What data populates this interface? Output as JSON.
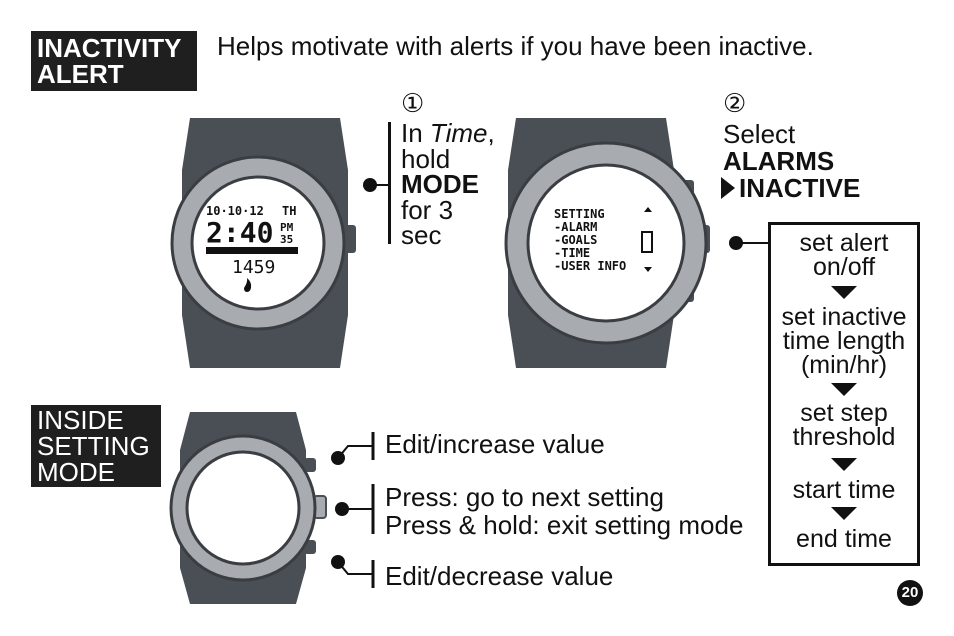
{
  "section1": {
    "tag_line1": "INACTIVITY",
    "tag_line2": "ALERT",
    "description": "Helps motivate with alerts if you have been inactive."
  },
  "step1": {
    "number": "①",
    "line1_prefix": "In ",
    "line1_italic": "Time",
    "line1_suffix": ",",
    "line2": "hold",
    "line3": "MODE",
    "line4": "for 3",
    "line5": "sec"
  },
  "step2": {
    "number": "②",
    "line1": "Select",
    "line2": "ALARMS",
    "line3": "INACTIVE"
  },
  "watch1_screen": {
    "date": "10·10·12",
    "ampm": "TH",
    "time": "2:40",
    "sec_top": "PM",
    "sec": "35",
    "steps": "1459"
  },
  "watch2_screen": {
    "items": [
      "SETTING",
      "-ALARM",
      "-GOALS",
      "-TIME",
      "-USER INFO"
    ]
  },
  "flow": {
    "items": [
      {
        "line1": "set alert",
        "line2": "on/off"
      },
      {
        "line1": "set inactive",
        "line2": "time length",
        "line3": "(min/hr)"
      },
      {
        "line1": "set step",
        "line2": "threshold"
      },
      {
        "line1": "start time"
      },
      {
        "line1": "end time"
      }
    ]
  },
  "section2": {
    "tag_line1": "INSIDE",
    "tag_line2": "SETTING",
    "tag_line3": "MODE",
    "edit_increase": "Edit/increase value",
    "press_next": "Press: go to next setting",
    "press_hold_exit": "Press & hold: exit setting mode",
    "edit_decrease": "Edit/decrease value"
  },
  "page_number": "20",
  "colors": {
    "case_dark": "#4a4f55",
    "bezel": "#a8acb0",
    "text": "#111111"
  }
}
